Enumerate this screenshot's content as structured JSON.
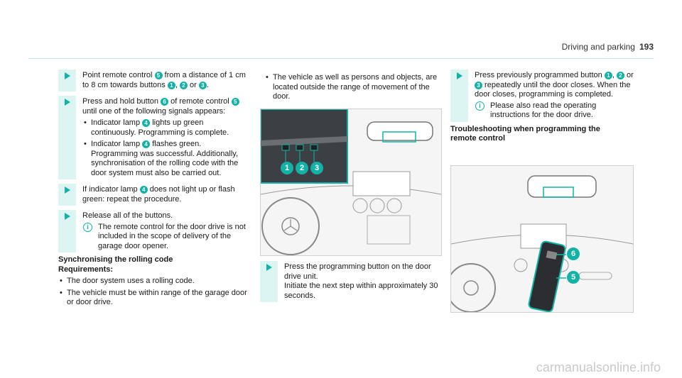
{
  "header": {
    "section": "Driving and parking",
    "page": "193"
  },
  "col1": {
    "step1": {
      "a": "Point remote control ",
      "n1": "5",
      "b": " from a distance of 1 cm to 8 cm towards buttons ",
      "n2": "1",
      "c": ", ",
      "n3": "2",
      "d": " or ",
      "n4": "3",
      "e": "."
    },
    "step2": {
      "a": "Press and hold button ",
      "n1": "6",
      "b": " of remote control ",
      "n2": "5",
      "c": " until one of the following signals appears:"
    },
    "step2_sub1": {
      "a": "Indicator lamp ",
      "n": "4",
      "b": " lights up green continuously. Programming is complete."
    },
    "step2_sub2": {
      "a": "Indicator lamp ",
      "n": "4",
      "b": " flashes green. Programming was successful. Additionally, synchronisation of the rolling code with the door system must also be carried out."
    },
    "step3": {
      "a": "If indicator lamp ",
      "n": "4",
      "b": " does not light up or flash green: repeat the procedure."
    },
    "step4": "Release all of the buttons.",
    "note": "The remote control for the door drive is not included in the scope of delivery of the garage door opener.",
    "heading": "Synchronising the rolling code",
    "req_heading": "Requirements:",
    "req": [
      "The door system uses a rolling code.",
      "The vehicle must be within range of the garage door or door drive."
    ]
  },
  "col2": {
    "bullet": "The vehicle as well as persons and objects, are located outside the range of movement of the door.",
    "fig_labels": [
      "1",
      "2",
      "3"
    ],
    "step": "Press the programming button on the door drive unit.",
    "step_line2": "Initiate the next step within approximately 30 seconds."
  },
  "col3": {
    "step": {
      "a": "Press previously programmed button ",
      "n1": "1",
      "b": ", ",
      "n2": "2",
      "c": " or ",
      "n3": "3",
      "d": " repeatedly until the door closes. When the door closes, programming is completed."
    },
    "note": "Please also read the operating instructions for the door drive.",
    "heading_l1": "Troubleshooting when programming the",
    "heading_l2": "remote control",
    "fig_labels": [
      "6",
      "5"
    ]
  },
  "footer": "carmanualsonline.info",
  "colors": {
    "accent": "#12b3a6",
    "band": "#dcf5f2"
  }
}
